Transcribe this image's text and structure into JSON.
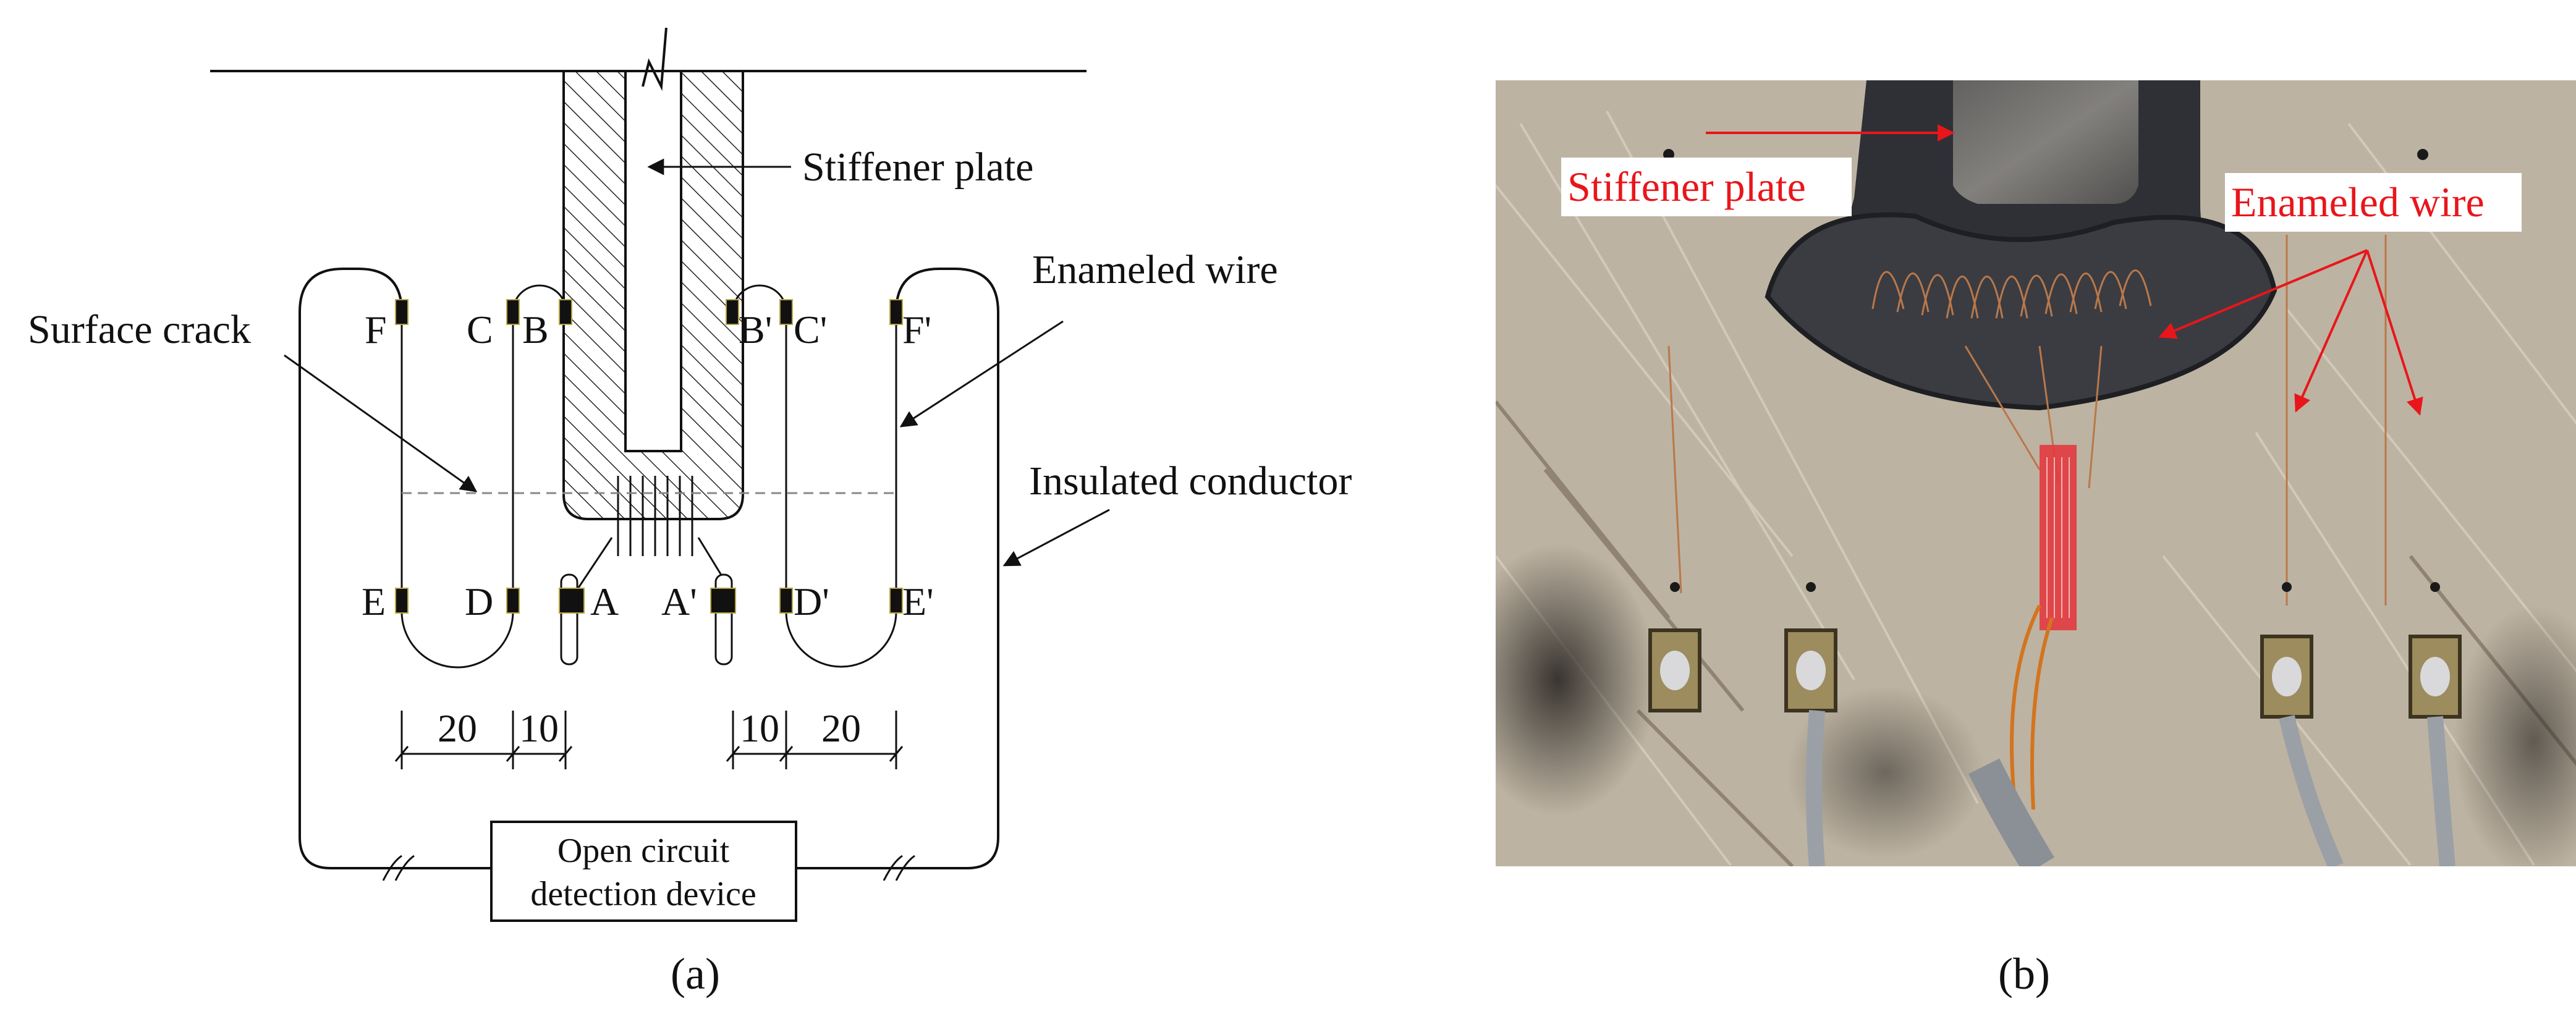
{
  "panel_a": {
    "caption": "(a)",
    "labels": {
      "stiffener_plate": "Stiffener plate",
      "enameled_wire": "Enameled wire",
      "surface_crack": "Surface crack",
      "insulated_conductor": "Insulated conductor",
      "device_line1": "Open circuit",
      "device_line2": "detection device"
    },
    "points": {
      "F": "F",
      "C": "C",
      "B": "B",
      "Bp": "B'",
      "Cp": "C'",
      "Fp": "F'",
      "E": "E",
      "D": "D",
      "A": "A",
      "Ap": "A'",
      "Dp": "D'",
      "Ep": "E'"
    },
    "dimensions": {
      "d1": "20",
      "d2": "10",
      "d3": "10",
      "d4": "20"
    }
  },
  "panel_b": {
    "caption": "(b)",
    "labels": {
      "stiffener_plate": "Stiffener plate",
      "enameled_wire": "Enameled wire"
    },
    "colors": {
      "annotation": "#e8161b",
      "label_background": "#ffffff",
      "steel_dark": "#2e3036",
      "steel_light": "#c9bfae"
    }
  }
}
